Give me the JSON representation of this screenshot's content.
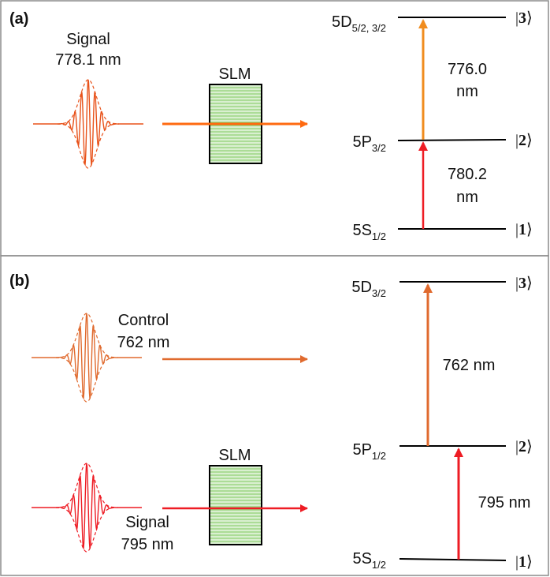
{
  "colors": {
    "signal_a": "#e8521a",
    "beam_a": "#ff6a10",
    "transition_upper_a": "#f08c1e",
    "transition_lower": "#ee1c24",
    "control_b": "#e06a2e",
    "signal_b": "#ee1c24",
    "slm_fill": "#d9efd0",
    "slm_lines": "#7ec85e",
    "level_line": "#000000",
    "panel_border": "#8c8c8c"
  },
  "panel_a": {
    "label": "(a)",
    "signal_label": "Signal",
    "signal_wavelength": "778.1 nm",
    "slm_label": "SLM",
    "levels": [
      {
        "name": "5D",
        "sub": "5/2, 3/2",
        "ket_left": "|",
        "ket_num": "3",
        "ket_right": "⟩"
      },
      {
        "name": "5P",
        "sub": "3/2",
        "ket_left": "|",
        "ket_num": "2",
        "ket_right": "⟩"
      },
      {
        "name": "5S",
        "sub": "1/2",
        "ket_left": "|",
        "ket_num": "1",
        "ket_right": "⟩"
      }
    ],
    "upper_transition": {
      "value": "776.0",
      "unit": "nm"
    },
    "lower_transition": {
      "value": "780.2",
      "unit": "nm"
    }
  },
  "panel_b": {
    "label": "(b)",
    "control_label": "Control",
    "control_wavelength": "762 nm",
    "signal_label": "Signal",
    "signal_wavelength": "795 nm",
    "slm_label": "SLM",
    "levels": [
      {
        "name": "5D",
        "sub": "3/2",
        "ket_left": "|",
        "ket_num": "3",
        "ket_right": "⟩"
      },
      {
        "name": "5P",
        "sub": "1/2",
        "ket_left": "|",
        "ket_num": "2",
        "ket_right": "⟩"
      },
      {
        "name": "5S",
        "sub": "1/2",
        "ket_left": "|",
        "ket_num": "1",
        "ket_right": "⟩"
      }
    ],
    "upper_transition": "762 nm",
    "lower_transition": "795 nm"
  }
}
